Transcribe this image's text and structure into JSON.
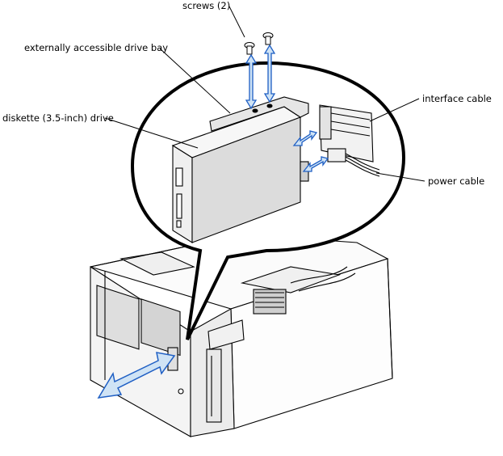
{
  "labels": {
    "screws": "screws (2)",
    "drive_bay": "externally accessible drive bay",
    "diskette_drive": "diskette (3.5-inch) drive",
    "interface_cable": "interface cable",
    "power_cable": "power cable"
  },
  "colors": {
    "arrow_fill": "#cfe3f5",
    "arrow_stroke": "#1f5fc4",
    "outline": "#000000",
    "drive_face": "#f2f2f2",
    "drive_side": "#d9d9d9"
  }
}
